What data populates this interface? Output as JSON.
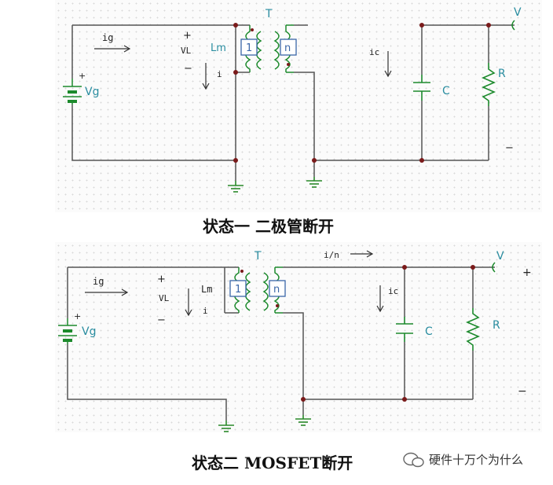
{
  "figure_1": {
    "caption": "状态一  二极管断开",
    "labels": {
      "transformer": "T",
      "ig": "ig",
      "vl_plus": "+",
      "vl": "VL",
      "vl_minus": "−",
      "lm": "Lm",
      "i": "i",
      "primary_turns": "1",
      "secondary_turns": "n",
      "ic": "ic",
      "capacitor": "C",
      "resistor": "R",
      "vout": "V",
      "out_minus": "−",
      "source": "Vg",
      "source_plus": "+"
    }
  },
  "figure_2": {
    "caption": "状态二 MOSFET断开",
    "labels": {
      "transformer": "T",
      "ig": "ig",
      "vl_plus": "+",
      "vl": "VL",
      "vl_minus": "−",
      "lm": "Lm",
      "i": "i",
      "primary_turns": "1",
      "secondary_turns": "n",
      "i_over_n": "i/n",
      "ic": "ic",
      "capacitor": "C",
      "resistor": "R",
      "vout": "V",
      "out_plus": "+",
      "out_minus": "−",
      "source": "Vg",
      "source_plus": "+"
    }
  },
  "watermark": "硬件十万个为什么",
  "colors": {
    "wire": "#555555",
    "node": "#7a1a1a",
    "component": "#1c8a2c",
    "label": "#2a8da0",
    "ground": "#2a8a2a"
  }
}
